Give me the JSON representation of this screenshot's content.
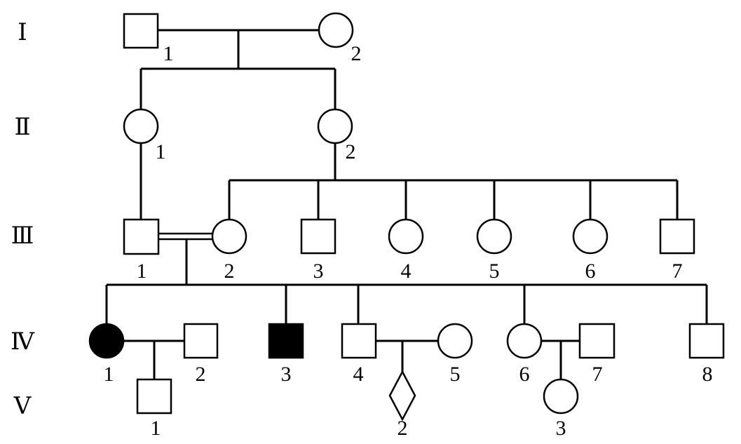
{
  "generations": [
    {
      "id": "I",
      "label": "Ⅰ"
    },
    {
      "id": "II",
      "label": "Ⅱ"
    },
    {
      "id": "III",
      "label": "Ⅲ"
    },
    {
      "id": "IV",
      "label": "Ⅳ"
    },
    {
      "id": "V",
      "label": "Ⅴ"
    }
  ],
  "individuals": {
    "I-1": {
      "label": "1",
      "sex": "male",
      "affected": false
    },
    "I-2": {
      "label": "2",
      "sex": "female",
      "affected": false
    },
    "II-1": {
      "label": "1",
      "sex": "female",
      "affected": false
    },
    "II-2": {
      "label": "2",
      "sex": "female",
      "affected": false
    },
    "III-1": {
      "label": "1",
      "sex": "male",
      "affected": false
    },
    "III-2": {
      "label": "2",
      "sex": "female",
      "affected": false
    },
    "III-3": {
      "label": "3",
      "sex": "male",
      "affected": false
    },
    "III-4": {
      "label": "4",
      "sex": "female",
      "affected": false
    },
    "III-5": {
      "label": "5",
      "sex": "female",
      "affected": false
    },
    "III-6": {
      "label": "6",
      "sex": "female",
      "affected": false
    },
    "III-7": {
      "label": "7",
      "sex": "male",
      "affected": false
    },
    "IV-1": {
      "label": "1",
      "sex": "female",
      "affected": true
    },
    "IV-2": {
      "label": "2",
      "sex": "male",
      "affected": false
    },
    "IV-3": {
      "label": "3",
      "sex": "male",
      "affected": true
    },
    "IV-4": {
      "label": "4",
      "sex": "male",
      "affected": false
    },
    "IV-5": {
      "label": "5",
      "sex": "female",
      "affected": false
    },
    "IV-6": {
      "label": "6",
      "sex": "female",
      "affected": false
    },
    "IV-7": {
      "label": "7",
      "sex": "male",
      "affected": false
    },
    "IV-8": {
      "label": "8",
      "sex": "male",
      "affected": false
    },
    "V-1": {
      "label": "1",
      "sex": "male",
      "affected": false
    },
    "V-2": {
      "label": "2",
      "sex": "unknown",
      "affected": false
    },
    "V-3": {
      "label": "3",
      "sex": "female",
      "affected": false
    }
  },
  "colors": {
    "line": "#000000",
    "affected_fill": "#000000",
    "unaffected_fill": "#ffffff"
  }
}
